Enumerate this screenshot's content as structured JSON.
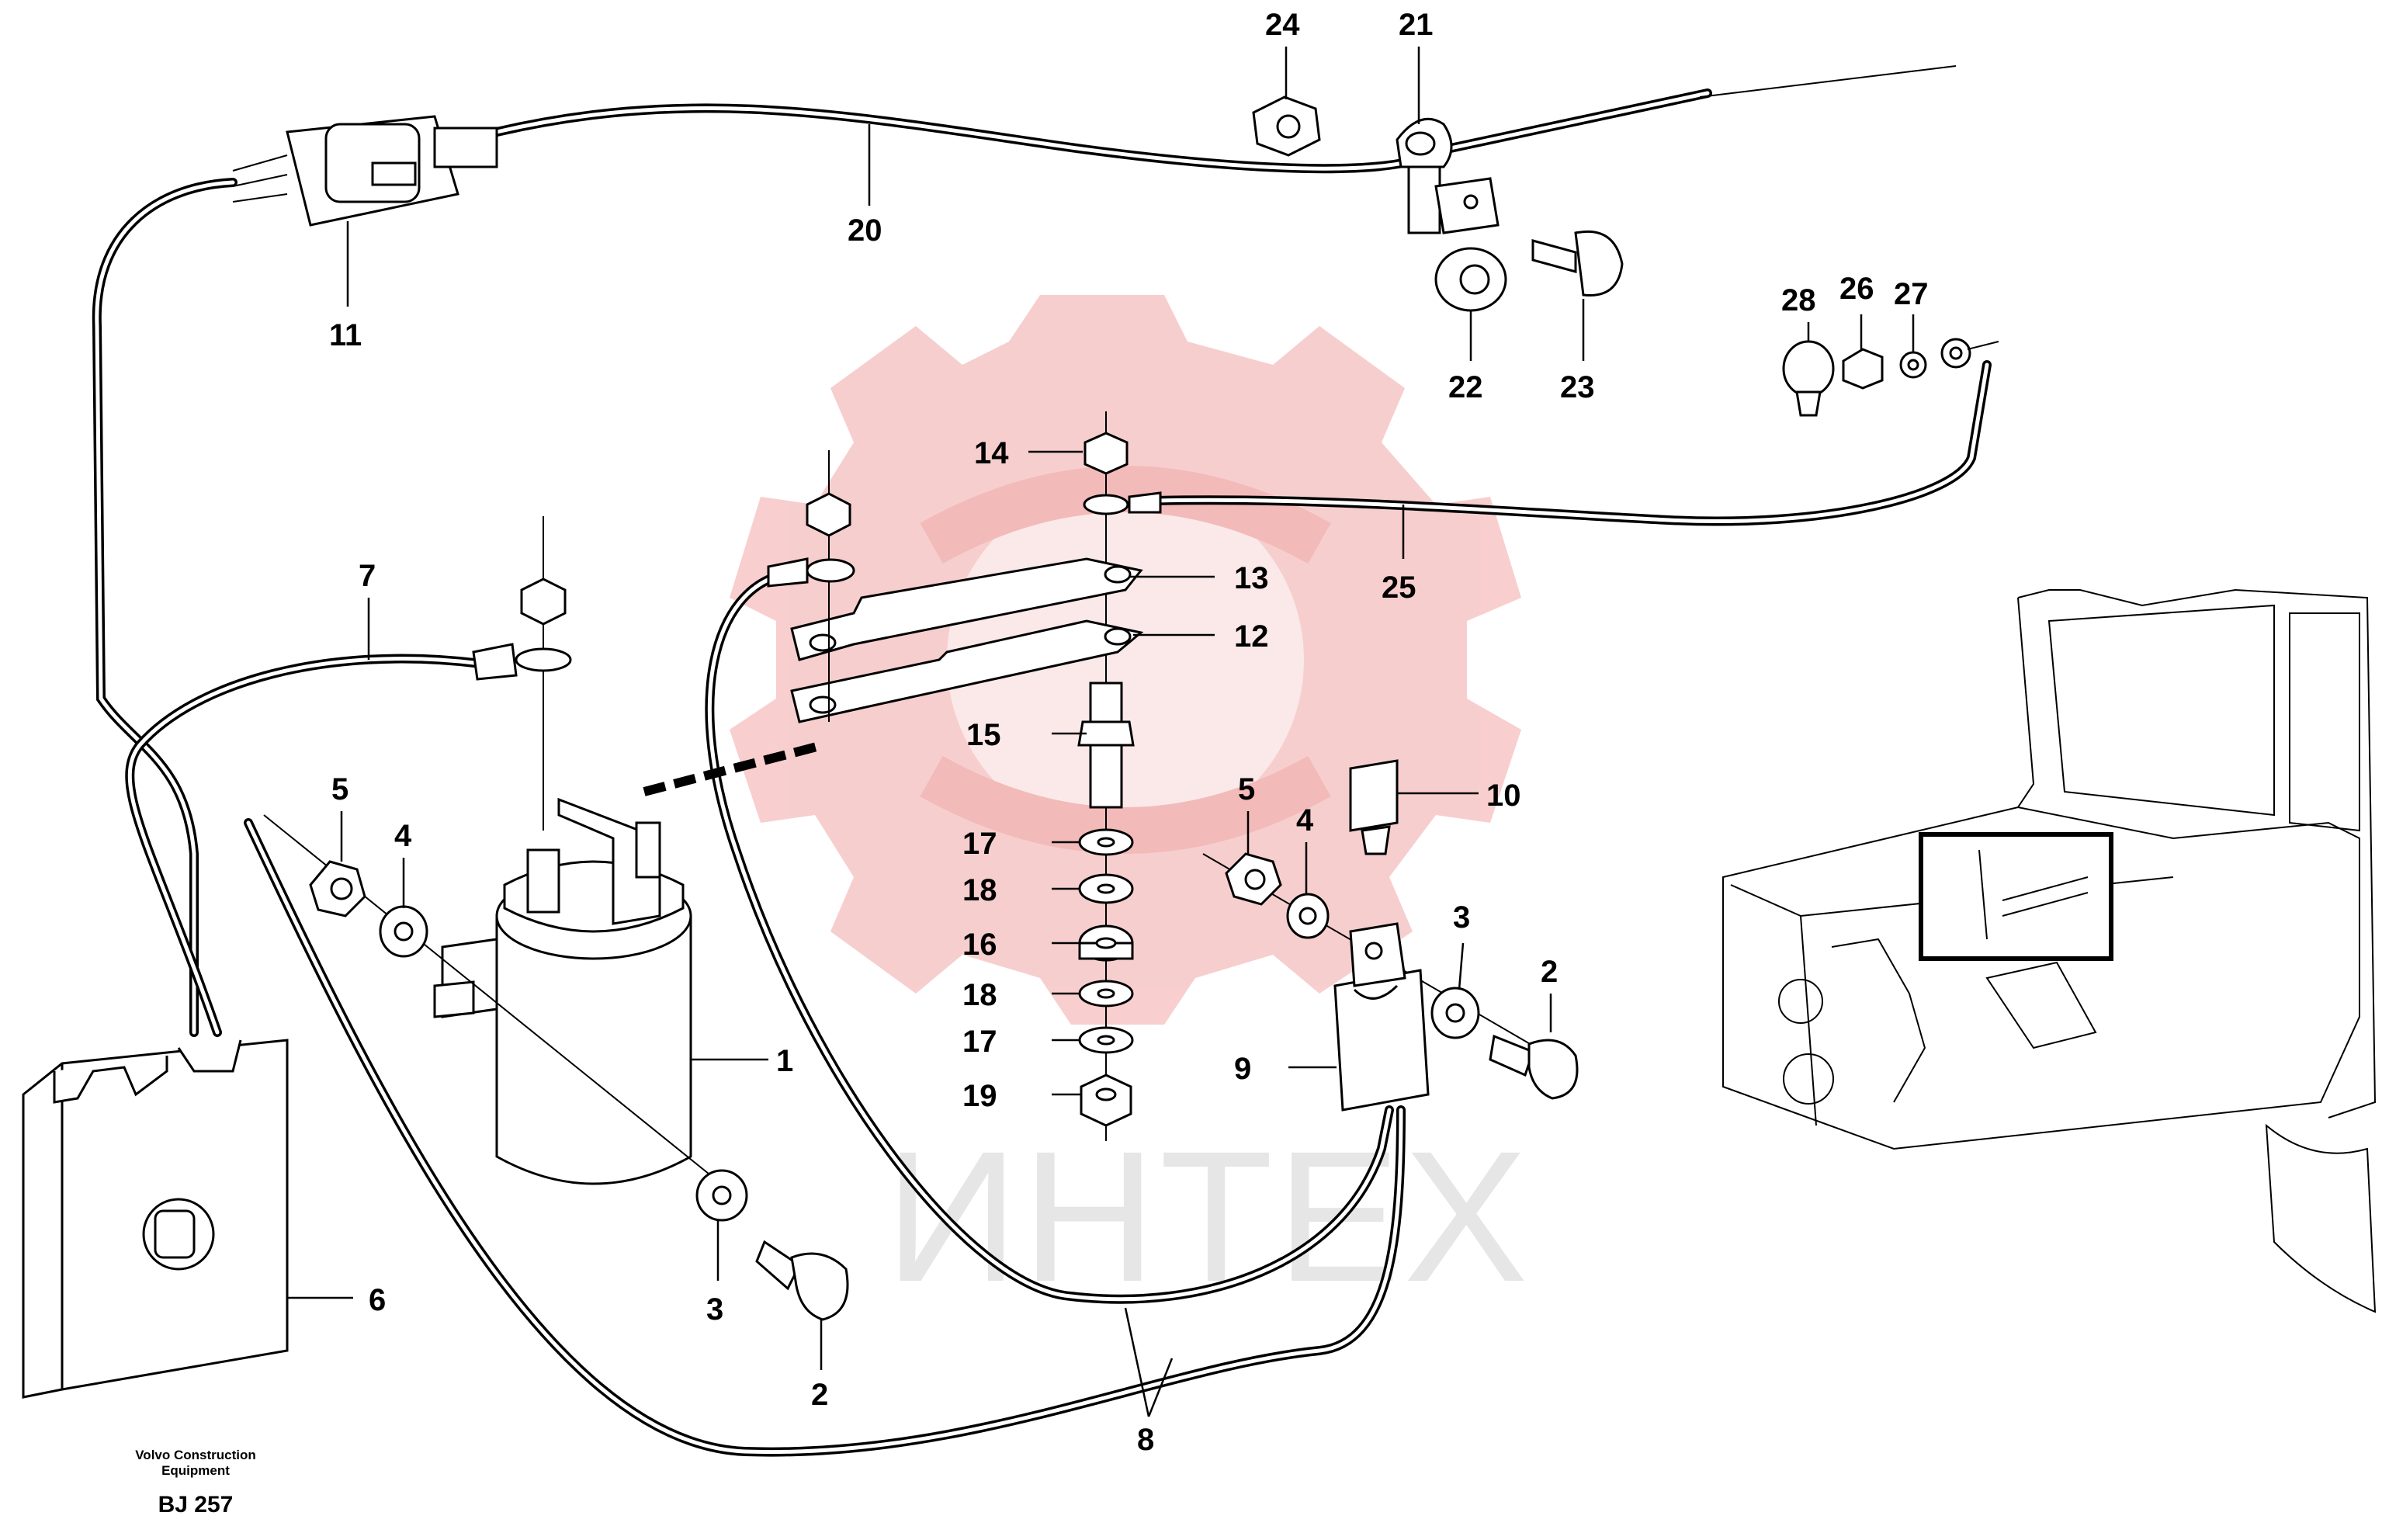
{
  "watermark": {
    "text": "ИНТЕХ",
    "logo_color": "#f7c9c9",
    "text_color": "#e6e6e6"
  },
  "callouts": [
    {
      "label": "24",
      "part": "nut"
    },
    {
      "label": "21",
      "part": "clamp"
    },
    {
      "label": "20",
      "part": "cable-harness"
    },
    {
      "label": "11",
      "part": "connector"
    },
    {
      "label": "22",
      "part": "clip"
    },
    {
      "label": "23",
      "part": "screw"
    },
    {
      "label": "28",
      "part": "protective-cap"
    },
    {
      "label": "26",
      "part": "nut"
    },
    {
      "label": "27",
      "part": "lock-washer"
    },
    {
      "label": "14",
      "part": "nut"
    },
    {
      "label": "13",
      "part": "busbar"
    },
    {
      "label": "12",
      "part": "busbar"
    },
    {
      "label": "25",
      "part": "cable"
    },
    {
      "label": "7",
      "part": "cable"
    },
    {
      "label": "15",
      "part": "stud"
    },
    {
      "label": "17",
      "part": "washer"
    },
    {
      "label": "18",
      "part": "washer"
    },
    {
      "label": "16",
      "part": "insulator"
    },
    {
      "label": "18",
      "part": "washer"
    },
    {
      "label": "17",
      "part": "washer"
    },
    {
      "label": "19",
      "part": "nut"
    },
    {
      "label": "10",
      "part": "fuse"
    },
    {
      "label": "5",
      "part": "nut"
    },
    {
      "label": "4",
      "part": "washer"
    },
    {
      "label": "3",
      "part": "washer"
    },
    {
      "label": "2",
      "part": "screw"
    },
    {
      "label": "9",
      "part": "fuse-holder"
    },
    {
      "label": "5",
      "part": "nut"
    },
    {
      "label": "4",
      "part": "washer"
    },
    {
      "label": "1",
      "part": "relay"
    },
    {
      "label": "3",
      "part": "washer"
    },
    {
      "label": "2",
      "part": "screw"
    },
    {
      "label": "6",
      "part": "control-unit"
    },
    {
      "label": "8",
      "part": "cable"
    }
  ],
  "credit": {
    "line1": "Volvo Construction",
    "line2": "Equipment",
    "code": "BJ 257"
  }
}
